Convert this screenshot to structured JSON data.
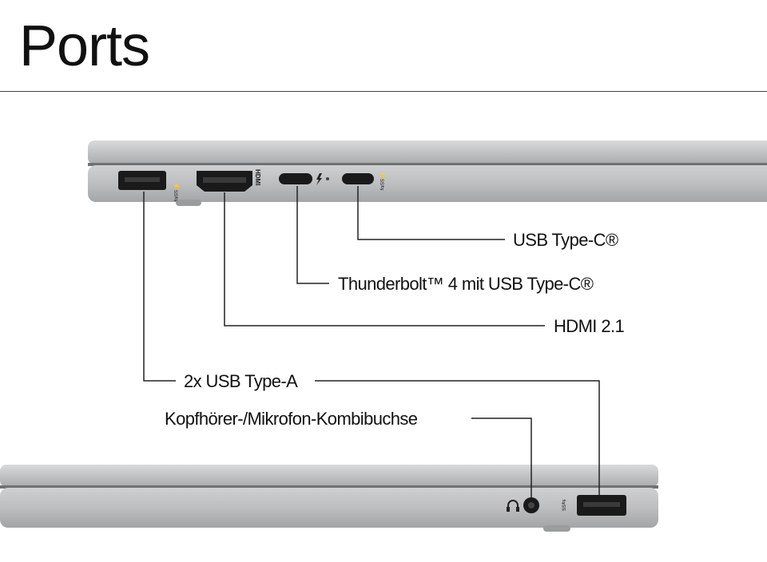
{
  "page": {
    "title": "Ports"
  },
  "labels": {
    "usb_c": "USB Type-C®",
    "thunderbolt": "Thunderbolt™ 4 mit USB Type-C®",
    "hdmi": "HDMI 2.1",
    "usb_a": "2x USB Type-A",
    "audio": "Kopfhörer-/Mikrofon-Kombibuchse"
  },
  "icons": {
    "hdmi_mark": "HDMI",
    "usb_a_left": "usb-ss-icon",
    "thunderbolt": "thunderbolt-icon",
    "usb_c": "usb-ss-icon",
    "headphone": "headphone-icon",
    "usb_a_right": "usb-ss-icon"
  },
  "colors": {
    "chassis": "#bfc0c2",
    "chassis_dark": "#8f9193",
    "port": "#1a1a1a",
    "line": "#222222"
  }
}
